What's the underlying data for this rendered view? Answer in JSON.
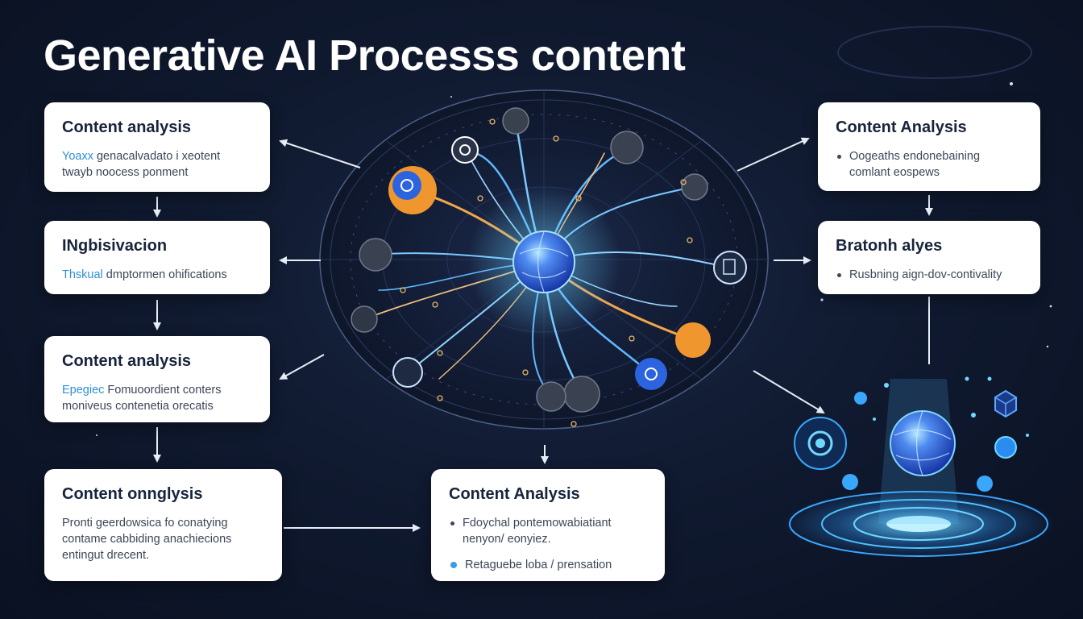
{
  "title": "Generative AI Processs content",
  "left_cards": [
    {
      "title": "Content analysis",
      "lead": "Yoaxx",
      "line1": " genacalvadato i xeotent",
      "line2": "twayb noocess ponment"
    },
    {
      "title": "INgbisivacion",
      "lead": "Thskual",
      "line1": " dmptormen ohifications"
    },
    {
      "title": "Content analysis",
      "lead": "Epegiec",
      "line1": " Fomuoordient conters",
      "line2": "moniveus contenetia orecatis"
    },
    {
      "title": "Content onnglysis",
      "line1": "Pronti geerdowsica fo conatying",
      "line2": "contame cabbiding anachiecions",
      "line3": "entingut drecent."
    }
  ],
  "right_cards": [
    {
      "title": "Content Analysis",
      "bullet": "Oogeaths endonebaining",
      "line2": "comlant eospews"
    },
    {
      "title": "Bratonh alyes",
      "bullet": "Rusbning aign-dov-contivality"
    }
  ],
  "bottom_card": {
    "title": "Content Analysis",
    "bullet1": "Fdoychal pontemowabiatiant",
    "bullet1_line2": "nenyon/ eonyiez.",
    "bullet2": "Retaguebe loba / prensation"
  },
  "colors": {
    "accent_blue": "#2e8fd8",
    "orange": "#f0962e",
    "node_blue": "#2c64e0",
    "glow": "#5fd2ff"
  }
}
